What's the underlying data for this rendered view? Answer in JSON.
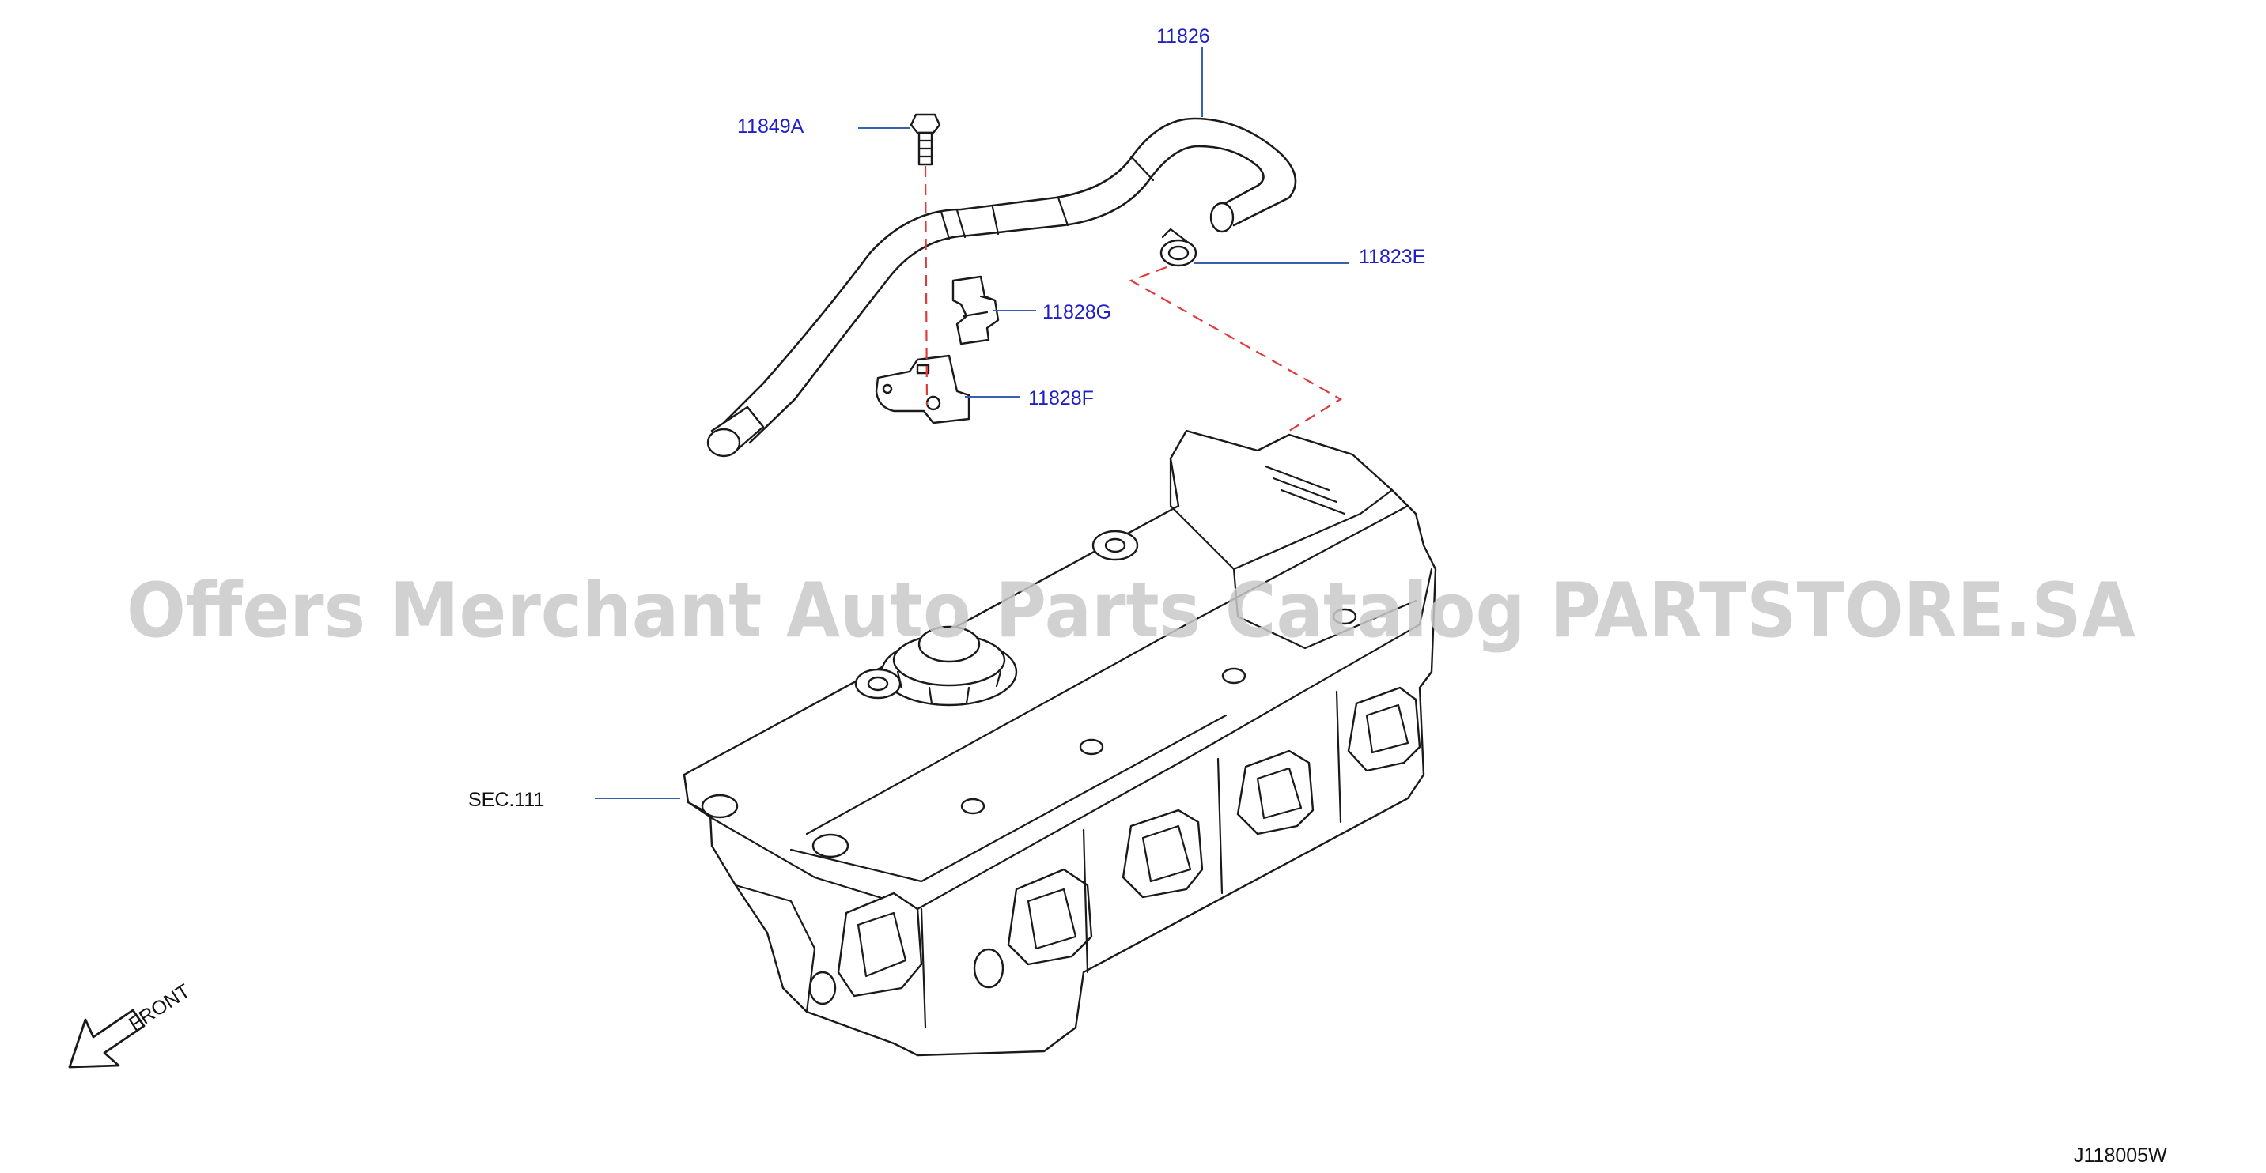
{
  "diagram": {
    "callouts": {
      "hose": "11826",
      "bolt": "11849A",
      "clamp": "11823E",
      "clip": "11828G",
      "bracket": "11828F",
      "section_ref": "SEC.111"
    },
    "front_label": "FRONT",
    "drawing_id": "J118005W",
    "watermark": "Offers Merchant Auto Parts Catalog PARTSTORE.SA",
    "colors": {
      "callout_text": "#1f1fc8",
      "leader_line": "#3a5fb0",
      "dash_line": "#e03a3a",
      "watermark": "#c9c9c9"
    }
  }
}
